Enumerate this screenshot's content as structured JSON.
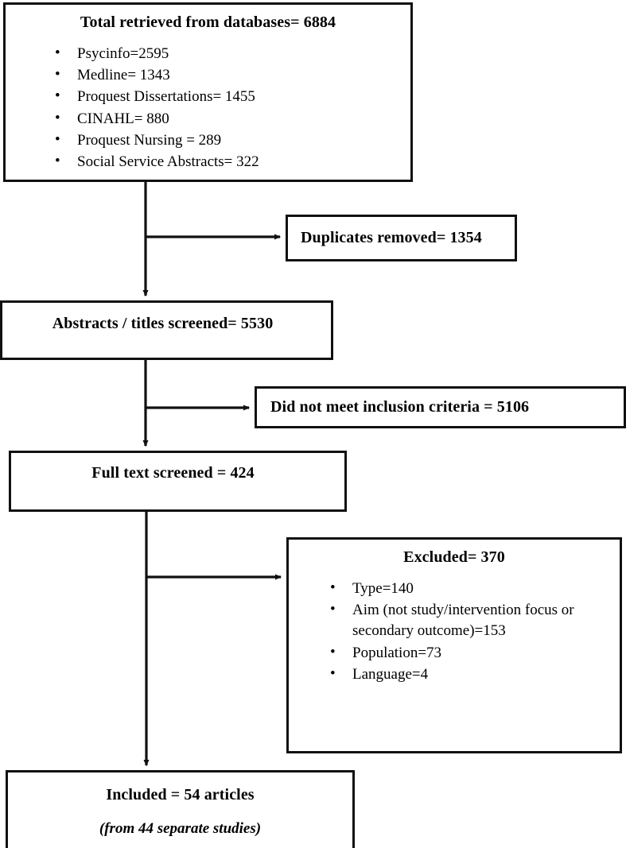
{
  "diagram": {
    "type": "prisma-flow-diagram",
    "nodes": {
      "retrieved": {
        "title": "Total retrieved from databases= 6884",
        "items": [
          "Psycinfo=2595",
          "Medline= 1343",
          "Proquest Dissertations= 1455",
          "CINAHL= 880",
          "Proquest Nursing = 289",
          "Social Service Abstracts= 322"
        ]
      },
      "duplicates": {
        "title": "Duplicates removed= 1354"
      },
      "abstracts": {
        "title": "Abstracts / titles screened= 5530"
      },
      "not_meet": {
        "title": "Did not meet inclusion criteria = 5106"
      },
      "fulltext": {
        "title": "Full text screened = 424"
      },
      "excluded": {
        "title": "Excluded= 370",
        "items": [
          "Type=140",
          "Aim (not study/intervention focus or secondary outcome)=153",
          "Population=73",
          "Language=4"
        ]
      },
      "included": {
        "title": "Included = 54 articles",
        "subtitle": "(from 44 separate studies)"
      }
    },
    "colors": {
      "border": "#111111",
      "background": "#ffffff",
      "text": "#000000"
    }
  }
}
